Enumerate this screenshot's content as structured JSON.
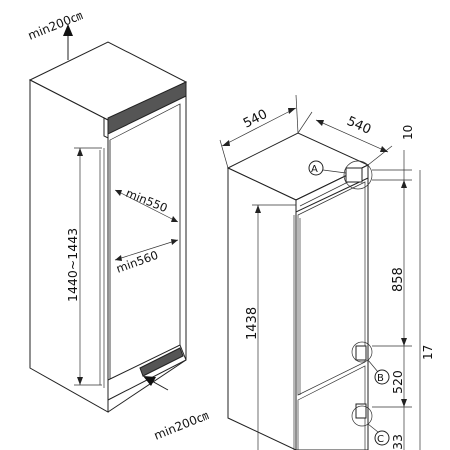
{
  "cabinet": {
    "top_clearance": "min200㎝",
    "bottom_clearance": "min200㎝",
    "depth_upper": "min550",
    "depth_lower": "min560",
    "niche_height": "1440~1443"
  },
  "appliance": {
    "width": "540",
    "depth": "540",
    "top_gap": "10",
    "upper_section": "858",
    "total_height": "1438",
    "right_total": "17",
    "lower_section": "520",
    "bottom_section": "33"
  },
  "callouts": {
    "a": "A",
    "b": "B",
    "c": "C"
  }
}
